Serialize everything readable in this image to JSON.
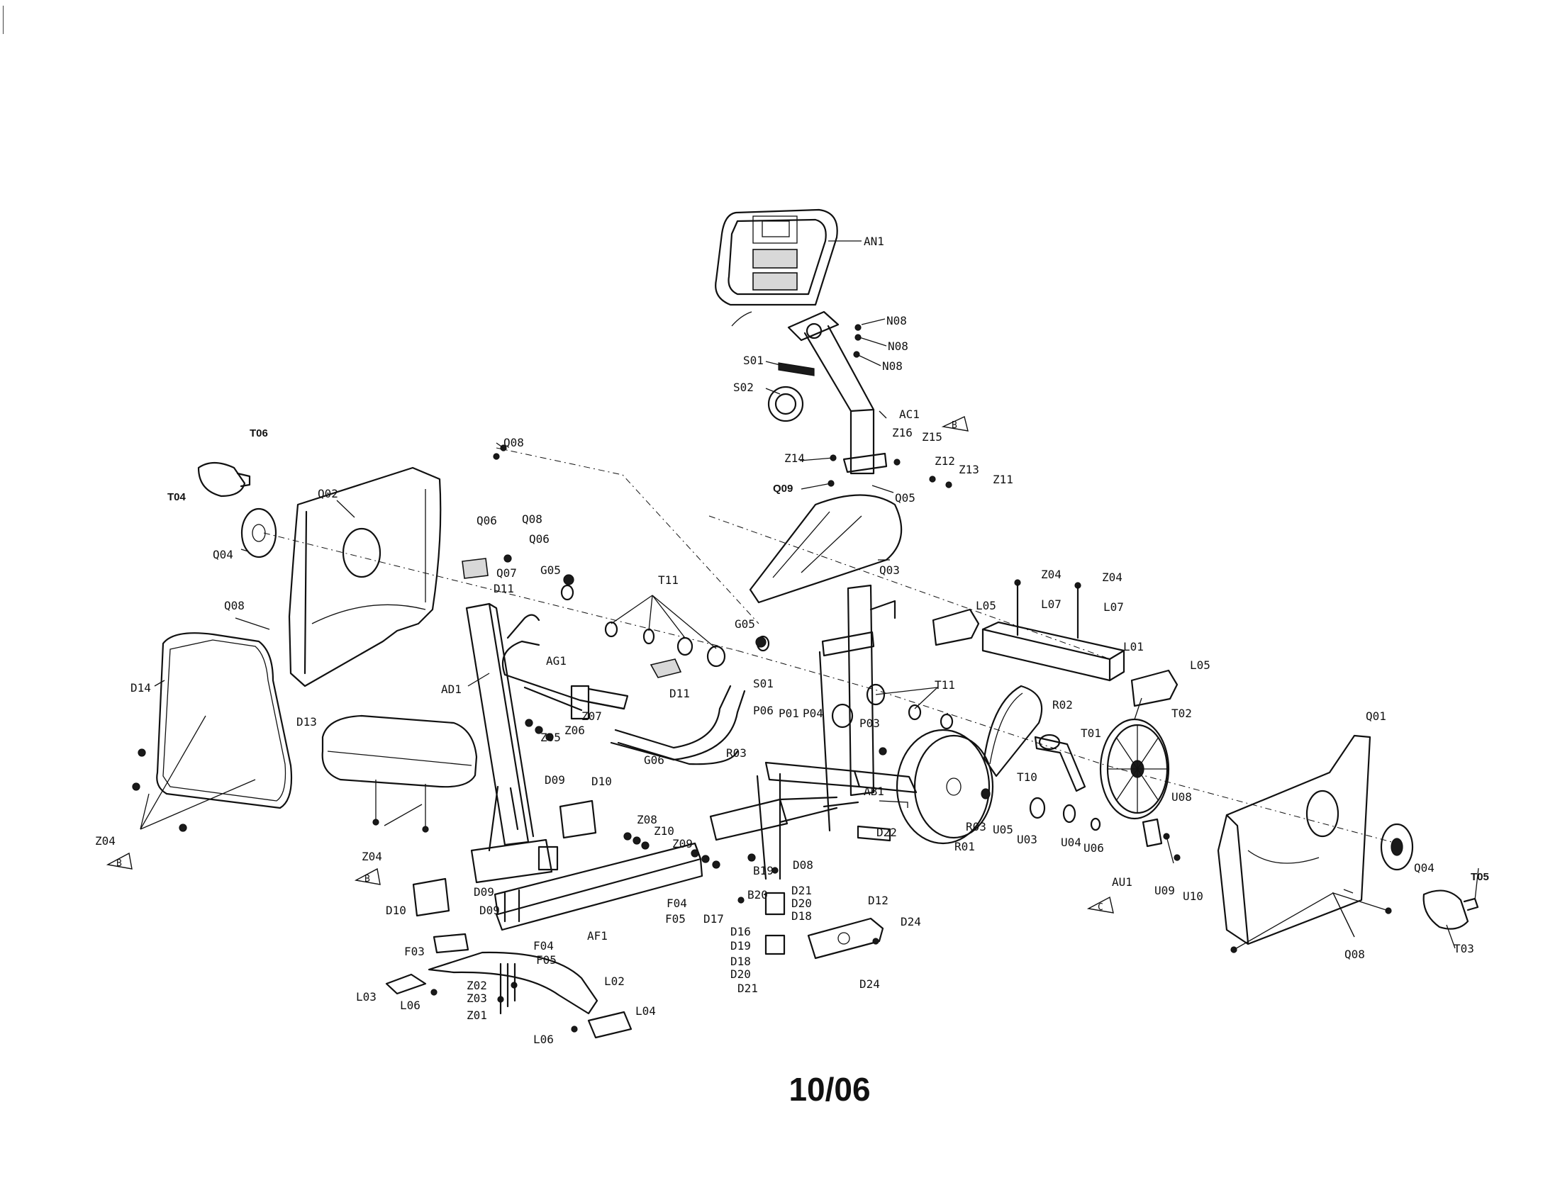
{
  "page_code": "10/06",
  "part_labels": [
    {
      "id": "AN1",
      "text": "AN1"
    },
    {
      "id": "N08a",
      "text": "N08"
    },
    {
      "id": "N08b",
      "text": "N08"
    },
    {
      "id": "N08c",
      "text": "N08"
    },
    {
      "id": "S01a",
      "text": "S01"
    },
    {
      "id": "S02",
      "text": "S02"
    },
    {
      "id": "AC1",
      "text": "AC1"
    },
    {
      "id": "Z16",
      "text": "Z16"
    },
    {
      "id": "Z15",
      "text": "Z15"
    },
    {
      "id": "Z14",
      "text": "Z14"
    },
    {
      "id": "Z12",
      "text": "Z12"
    },
    {
      "id": "Z13",
      "text": "Z13"
    },
    {
      "id": "Z11",
      "text": "Z11"
    },
    {
      "id": "Q09",
      "text": "Q09"
    },
    {
      "id": "Q05",
      "text": "Q05"
    },
    {
      "id": "Q03",
      "text": "Q03"
    },
    {
      "id": "T06",
      "text": "T06"
    },
    {
      "id": "T04",
      "text": "T04"
    },
    {
      "id": "Q08a",
      "text": "Q08"
    },
    {
      "id": "Q02",
      "text": "Q02"
    },
    {
      "id": "Q06a",
      "text": "Q06"
    },
    {
      "id": "Q08b",
      "text": "Q08"
    },
    {
      "id": "Q06b",
      "text": "Q06"
    },
    {
      "id": "Q07",
      "text": "Q07"
    },
    {
      "id": "D11a",
      "text": "D11"
    },
    {
      "id": "Q04a",
      "text": "Q04"
    },
    {
      "id": "G05a",
      "text": "G05"
    },
    {
      "id": "T11a",
      "text": "T11"
    },
    {
      "id": "G05b",
      "text": "G05"
    },
    {
      "id": "Q08c",
      "text": "Q08"
    },
    {
      "id": "AG1",
      "text": "AG1"
    },
    {
      "id": "D11b",
      "text": "D11"
    },
    {
      "id": "D14",
      "text": "D14"
    },
    {
      "id": "AD1",
      "text": "AD1"
    },
    {
      "id": "Z05",
      "text": "Z05"
    },
    {
      "id": "Z06",
      "text": "Z06"
    },
    {
      "id": "Z07",
      "text": "Z07"
    },
    {
      "id": "G06",
      "text": "G06"
    },
    {
      "id": "D13",
      "text": "D13"
    },
    {
      "id": "D09a",
      "text": "D09"
    },
    {
      "id": "D10a",
      "text": "D10"
    },
    {
      "id": "Z08",
      "text": "Z08"
    },
    {
      "id": "Z10",
      "text": "Z10"
    },
    {
      "id": "Z09",
      "text": "Z09"
    },
    {
      "id": "S01b",
      "text": "S01"
    },
    {
      "id": "P06",
      "text": "P06"
    },
    {
      "id": "P01",
      "text": "P01"
    },
    {
      "id": "P04",
      "text": "P04"
    },
    {
      "id": "P03",
      "text": "P03"
    },
    {
      "id": "R03a",
      "text": "R03"
    },
    {
      "id": "AB1",
      "text": "AB1"
    },
    {
      "id": "D22",
      "text": "D22"
    },
    {
      "id": "D08",
      "text": "D08"
    },
    {
      "id": "B19",
      "text": "B19"
    },
    {
      "id": "B20",
      "text": "B20"
    },
    {
      "id": "D21a",
      "text": "D21"
    },
    {
      "id": "D20a",
      "text": "D20"
    },
    {
      "id": "D18a",
      "text": "D18"
    },
    {
      "id": "D17",
      "text": "D17"
    },
    {
      "id": "F05a",
      "text": "F05"
    },
    {
      "id": "F04a",
      "text": "F04"
    },
    {
      "id": "D16",
      "text": "D16"
    },
    {
      "id": "D19",
      "text": "D19"
    },
    {
      "id": "D18b",
      "text": "D18"
    },
    {
      "id": "D20b",
      "text": "D20"
    },
    {
      "id": "D21b",
      "text": "D21"
    },
    {
      "id": "D12",
      "text": "D12"
    },
    {
      "id": "D24a",
      "text": "D24"
    },
    {
      "id": "D24b",
      "text": "D24"
    },
    {
      "id": "Z04a",
      "text": "Z04"
    },
    {
      "id": "Z04b",
      "text": "Z04"
    },
    {
      "id": "D10b",
      "text": "D10"
    },
    {
      "id": "D09b",
      "text": "D09"
    },
    {
      "id": "D09c",
      "text": "D09"
    },
    {
      "id": "AF1",
      "text": "AF1"
    },
    {
      "id": "F04b",
      "text": "F04"
    },
    {
      "id": "F05b",
      "text": "F05"
    },
    {
      "id": "F03",
      "text": "F03"
    },
    {
      "id": "L03",
      "text": "L03"
    },
    {
      "id": "L06a",
      "text": "L06"
    },
    {
      "id": "Z02",
      "text": "Z02"
    },
    {
      "id": "Z03",
      "text": "Z03"
    },
    {
      "id": "Z01",
      "text": "Z01"
    },
    {
      "id": "L02",
      "text": "L02"
    },
    {
      "id": "L06b",
      "text": "L06"
    },
    {
      "id": "L04",
      "text": "L04"
    },
    {
      "id": "Z04c",
      "text": "Z04"
    },
    {
      "id": "Z04d",
      "text": "Z04"
    },
    {
      "id": "L07a",
      "text": "L07"
    },
    {
      "id": "L07b",
      "text": "L07"
    },
    {
      "id": "L05a",
      "text": "L05"
    },
    {
      "id": "L01",
      "text": "L01"
    },
    {
      "id": "L05b",
      "text": "L05"
    },
    {
      "id": "T11b",
      "text": "T11"
    },
    {
      "id": "R02",
      "text": "R02"
    },
    {
      "id": "T01",
      "text": "T01"
    },
    {
      "id": "T02",
      "text": "T02"
    },
    {
      "id": "T10",
      "text": "T10"
    },
    {
      "id": "R03b",
      "text": "R03"
    },
    {
      "id": "U05",
      "text": "U05"
    },
    {
      "id": "U03",
      "text": "U03"
    },
    {
      "id": "R01",
      "text": "R01"
    },
    {
      "id": "U04",
      "text": "U04"
    },
    {
      "id": "U06",
      "text": "U06"
    },
    {
      "id": "U08",
      "text": "U08"
    },
    {
      "id": "AU1",
      "text": "AU1"
    },
    {
      "id": "U09",
      "text": "U09"
    },
    {
      "id": "U10",
      "text": "U10"
    },
    {
      "id": "Q01",
      "text": "Q01"
    },
    {
      "id": "Q04b",
      "text": "Q04"
    },
    {
      "id": "T05",
      "text": "T05"
    },
    {
      "id": "T03",
      "text": "T03"
    },
    {
      "id": "Q08d",
      "text": "Q08"
    }
  ],
  "reference_marks": [
    {
      "id": "refB1",
      "text": "B"
    },
    {
      "id": "refB2",
      "text": "B"
    },
    {
      "id": "refB3",
      "text": "B"
    },
    {
      "id": "refC",
      "text": "C"
    }
  ]
}
